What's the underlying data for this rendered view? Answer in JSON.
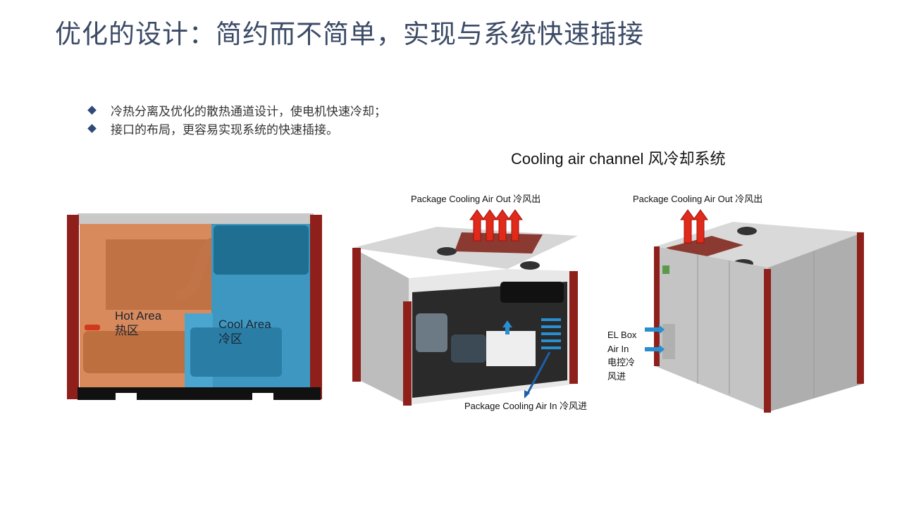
{
  "title": "优化的设计：简约而不简单，实现与系统快速插接",
  "bullets": [
    "冷热分离及优化的散热通道设计，使电机快速冷却；",
    "接口的布局，更容易实现系统的快速插接。"
  ],
  "subtitle": "Cooling air channel 风冷却系统",
  "left_diagram": {
    "hot_area_en": "Hot Area",
    "hot_area_cn": "热区",
    "cool_area_en": "Cool Area",
    "cool_area_cn": "冷区"
  },
  "middle_diagram": {
    "air_out_label": "Package Cooling Air Out 冷风出",
    "air_in_label": "Package Cooling Air In 冷风进"
  },
  "right_diagram": {
    "air_out_label": "Package Cooling Air Out 冷风出",
    "el_box_lines": [
      "EL Box",
      "Air In",
      "电控冷",
      "风进"
    ]
  },
  "colors": {
    "title": "#3b4a66",
    "hot": "#d98a5c",
    "cool": "#3e97c1",
    "frame_red": "#8e1f1a",
    "arrow_red": "#e02a1a",
    "arrow_blue": "#2a8fd0"
  }
}
